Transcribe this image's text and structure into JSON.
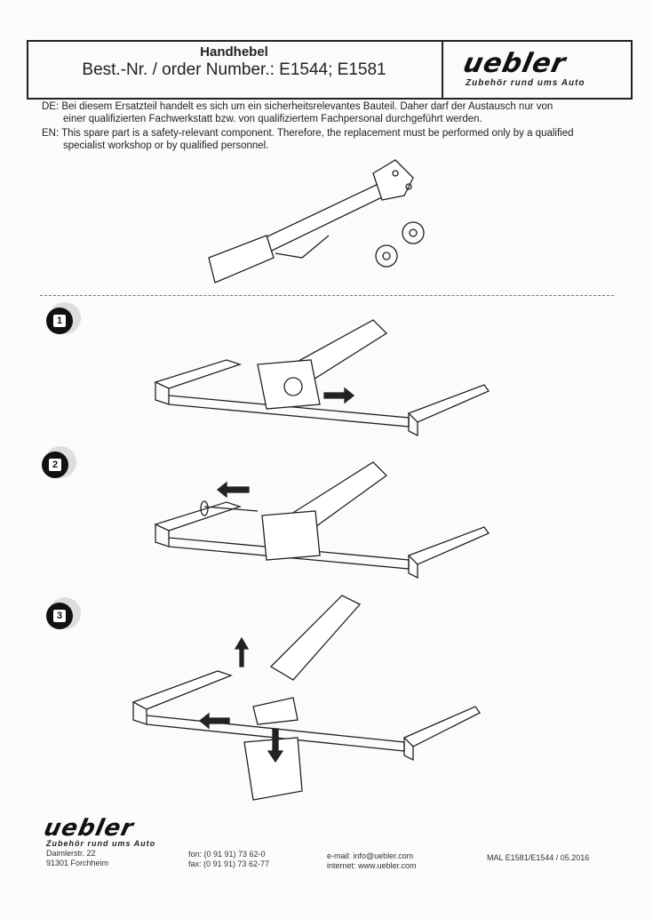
{
  "header": {
    "title": "Handhebel",
    "order_number": "Best.-Nr. / order Number.: E1544; E1581",
    "logo": {
      "word": "uebler",
      "tagline": "Zubehör rund ums Auto"
    }
  },
  "notices": {
    "de_line1": "DE: Bei diesem Ersatzteil handelt es sich um ein sicherheitsrelevantes Bauteil. Daher darf der Austausch nur von",
    "de_line2": "einer qualifizierten Fachwerkstatt bzw. von qualifiziertem Fachpersonal durchgeführt werden.",
    "en_line1": "EN: This spare part is a safety-relevant component. Therefore, the replacement must be performed only by a qualified",
    "en_line2": "specialist workshop or by qualified personnel."
  },
  "steps": [
    {
      "number": "1"
    },
    {
      "number": "2"
    },
    {
      "number": "3"
    }
  ],
  "footer": {
    "logo": {
      "word": "uebler",
      "tagline": "Zubehör rund ums Auto"
    },
    "street": "Daimlerstr. 22",
    "city": "91301 Forchheim",
    "phone": "fon: (0 91 91) 73 62-0",
    "fax": "fax: (0 91 91) 73 62-77",
    "email": "e-mail: info@uebler.com",
    "internet": "internet: www.uebler.com",
    "doc_ref": "MAL E1581/E1544 / 05.2016"
  }
}
